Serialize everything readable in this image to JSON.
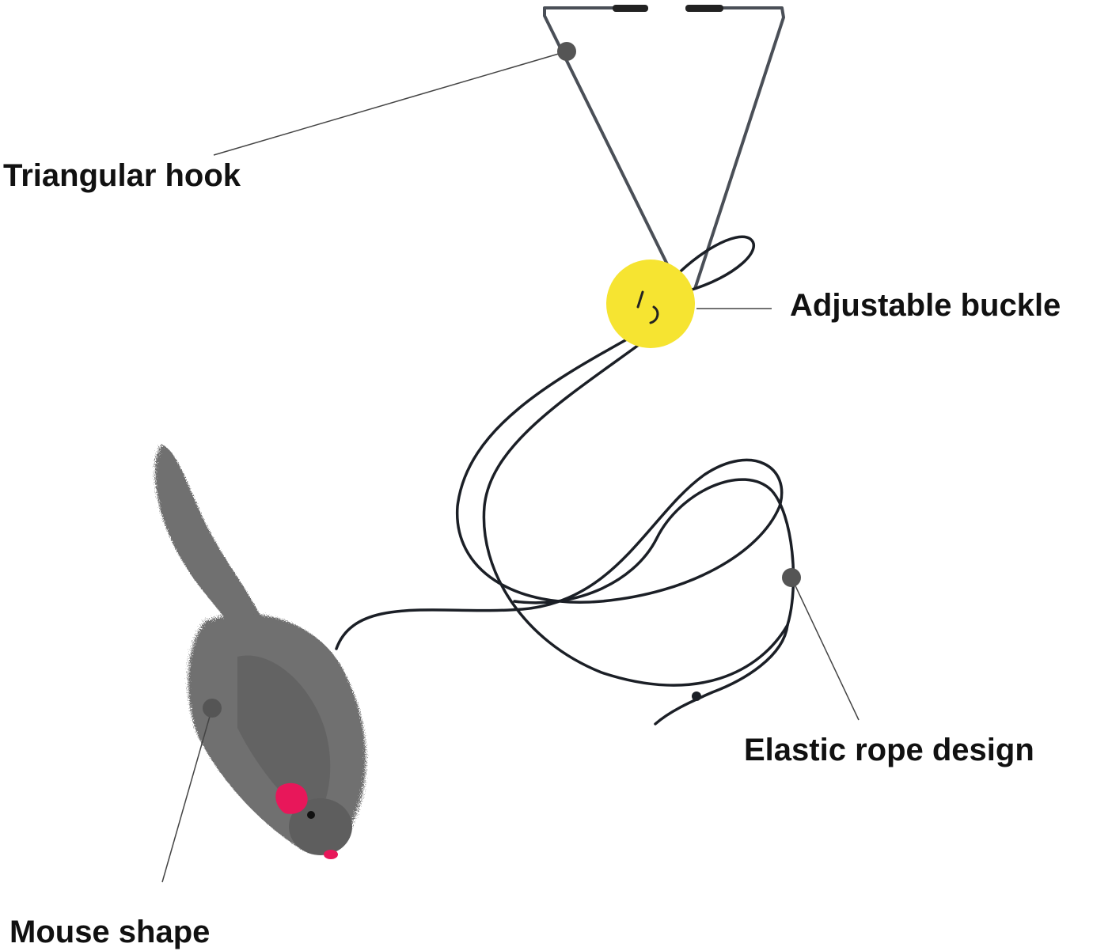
{
  "callouts": {
    "triangular_hook": "Triangular hook",
    "adjustable_buckle": "Adjustable buckle",
    "elastic_rope": "Elastic rope design",
    "mouse_shape": "Mouse shape"
  },
  "colors": {
    "hook_wire": "#4a4f57",
    "rope": "#1b1f26",
    "buckle": "#f6e431",
    "fur": "#6f6f6f",
    "fur_dark": "#4a4a4a",
    "ear": "#e8175a",
    "callout_dot": "#555555",
    "callout_line": "#444444"
  }
}
